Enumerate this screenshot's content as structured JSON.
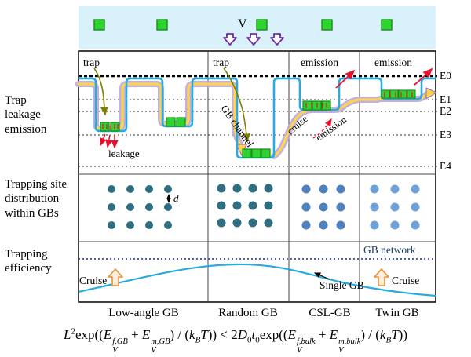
{
  "colors": {
    "band_cyan": "#d8f1fa",
    "trap_green": "#2fd32f",
    "trap_green_border": "#169016",
    "potential_blue": "#29abe2",
    "channel_yellow": "#ffd34d",
    "channel_purple": "#b9a7e2",
    "arrow_red": "#e8112d",
    "arrow_olive": "#7f7f00",
    "voltage_purple": "#7030a0",
    "cruise_orange": "#e8903a",
    "network_dotted_blue": "#4a5bd0",
    "dots_dark_teal": "#2e6e80",
    "dots_blue": "#4f81bd",
    "dots_light_blue": "#6fa0d8"
  },
  "top": {
    "voltage": "V"
  },
  "left_labels": {
    "row1": "Trap\nleakage\nemission",
    "row2": "Trapping site\ndistribution\nwithin GBs",
    "row3": "Trapping\nefficiency"
  },
  "energy_levels": [
    "E0",
    "E1",
    "E2",
    "E3",
    "E4"
  ],
  "row1": {
    "trap_col1": "trap",
    "trap_col2": "trap",
    "emission_col3": "emission",
    "emission_col4": "emission",
    "leakage": "leakage",
    "gb_channel": "GB channel",
    "cruise": "cruise",
    "emission_inner": "emission"
  },
  "row2": {
    "spacing": "d"
  },
  "row3": {
    "gb_network": "GB network",
    "single_gb": "Single GB",
    "cruise_left": "Cruise",
    "cruise_right": "Cruise"
  },
  "columns": [
    "Low-angle GB",
    "Random GB",
    "CSL-GB",
    "Twin GB"
  ],
  "formula": {
    "L": "L",
    "sq": "2",
    "exp": "exp",
    "open": "((",
    "E": "E",
    "V": "V",
    "f_gb": "f,GB",
    "plus": " + ",
    "m_gb": "m,GB",
    "mid": ") / (",
    "k": "k",
    "B": "B",
    "T": "T",
    "close": "))",
    "lt": " < ",
    "two": "2",
    "D": "D",
    "zero": "0",
    "t": "t",
    "f_bulk": "f,bulk",
    "m_bulk": "m,bulk"
  }
}
